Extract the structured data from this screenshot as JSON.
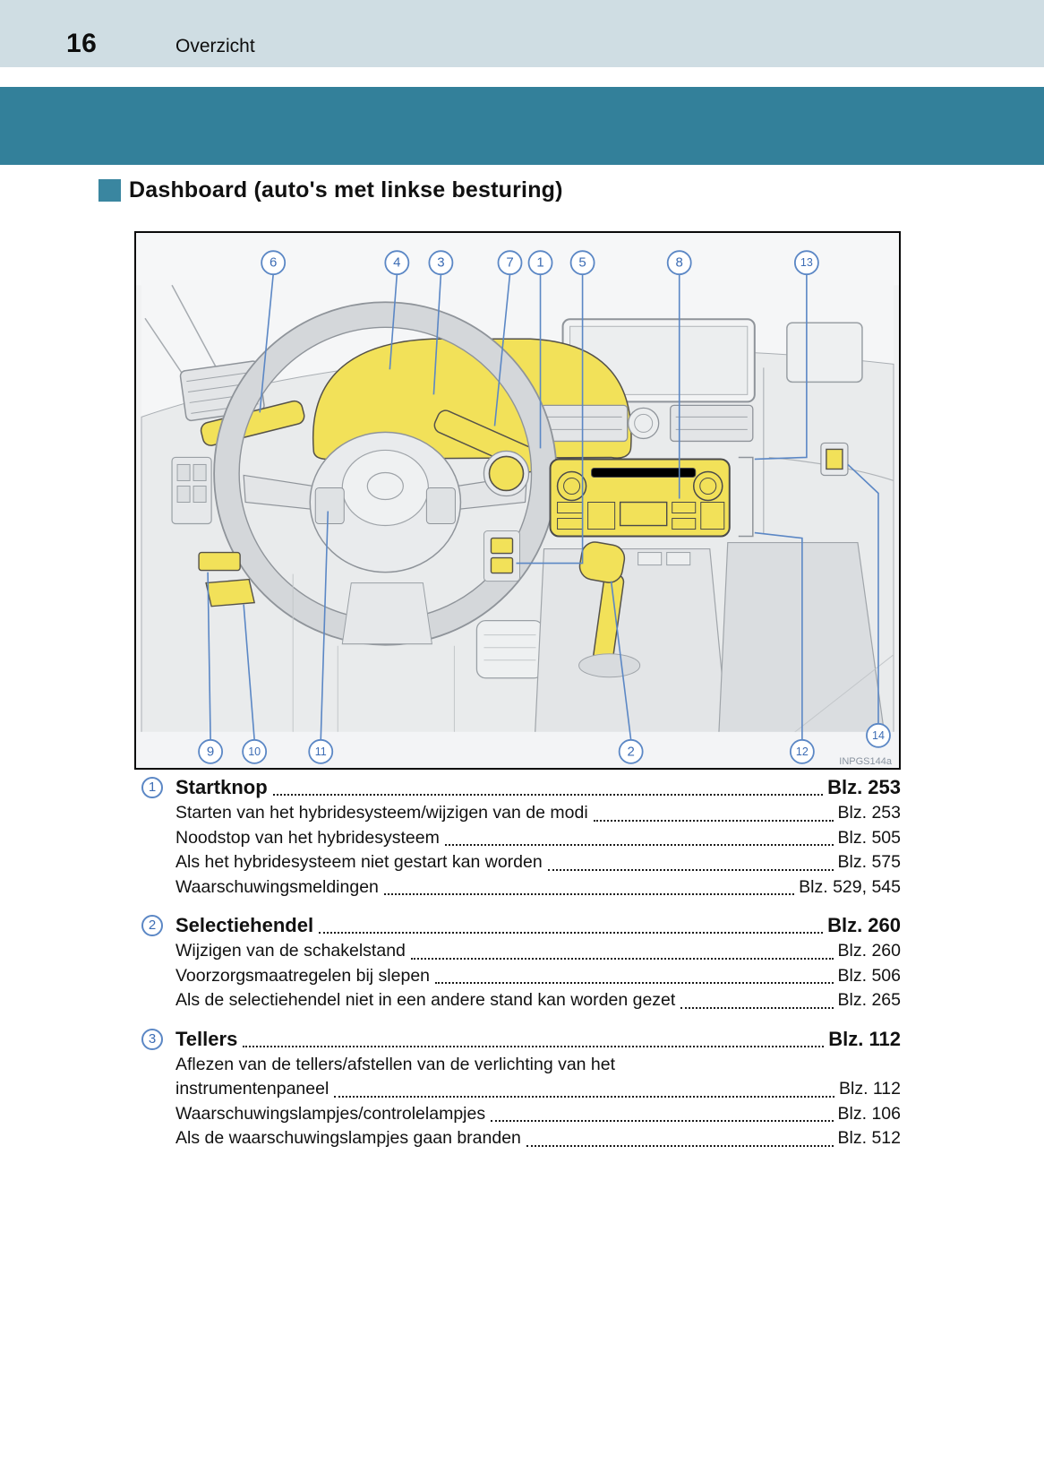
{
  "page_header": {
    "page_number": "16",
    "section_title": "Overzicht"
  },
  "heading": {
    "title": "Dashboard (auto's met linkse besturing)"
  },
  "figure": {
    "image_code": "INPGS144a",
    "callout_numbers": {
      "c1": "1",
      "c2": "2",
      "c3": "3",
      "c4": "4",
      "c5": "5",
      "c6": "6",
      "c7": "7",
      "c8": "8",
      "c9": "9",
      "c10": "10",
      "c11": "11",
      "c12": "12",
      "c13": "13",
      "c14": "14"
    }
  },
  "colors": {
    "header_bar": "#cfdde3",
    "teal_band": "#33809a",
    "callout_blue": "#5b87c5",
    "highlight_yellow": "#f2e159"
  },
  "toc": {
    "items": [
      {
        "num": "1",
        "title": "Startknop",
        "page": "Blz. 253",
        "subs": [
          {
            "text": "Starten van het hybridesysteem/wijzigen van de modi",
            "page": "Blz. 253"
          },
          {
            "text": "Noodstop van het hybridesysteem",
            "page": "Blz. 505"
          },
          {
            "text": "Als het hybridesysteem niet gestart kan worden",
            "page": "Blz. 575"
          },
          {
            "text": "Waarschuwingsmeldingen",
            "page": "Blz. 529, 545"
          }
        ]
      },
      {
        "num": "2",
        "title": "Selectiehendel",
        "page": "Blz. 260",
        "subs": [
          {
            "text": "Wijzigen van de schakelstand",
            "page": "Blz. 260"
          },
          {
            "text": "Voorzorgsmaatregelen bij slepen",
            "page": "Blz. 506"
          },
          {
            "text": "Als de selectiehendel niet in een andere stand kan worden gezet",
            "page": "Blz. 265"
          }
        ]
      },
      {
        "num": "3",
        "title": "Tellers",
        "page": "Blz. 112",
        "subs": [
          {
            "text": "Aflezen van de tellers/afstellen van de verlichting van het",
            "page": ""
          },
          {
            "text": "instrumentenpaneel",
            "page": "Blz. 112"
          },
          {
            "text": "Waarschuwingslampjes/controlelampjes",
            "page": "Blz. 106"
          },
          {
            "text": "Als de waarschuwingslampjes gaan branden",
            "page": "Blz. 512"
          }
        ]
      }
    ]
  }
}
